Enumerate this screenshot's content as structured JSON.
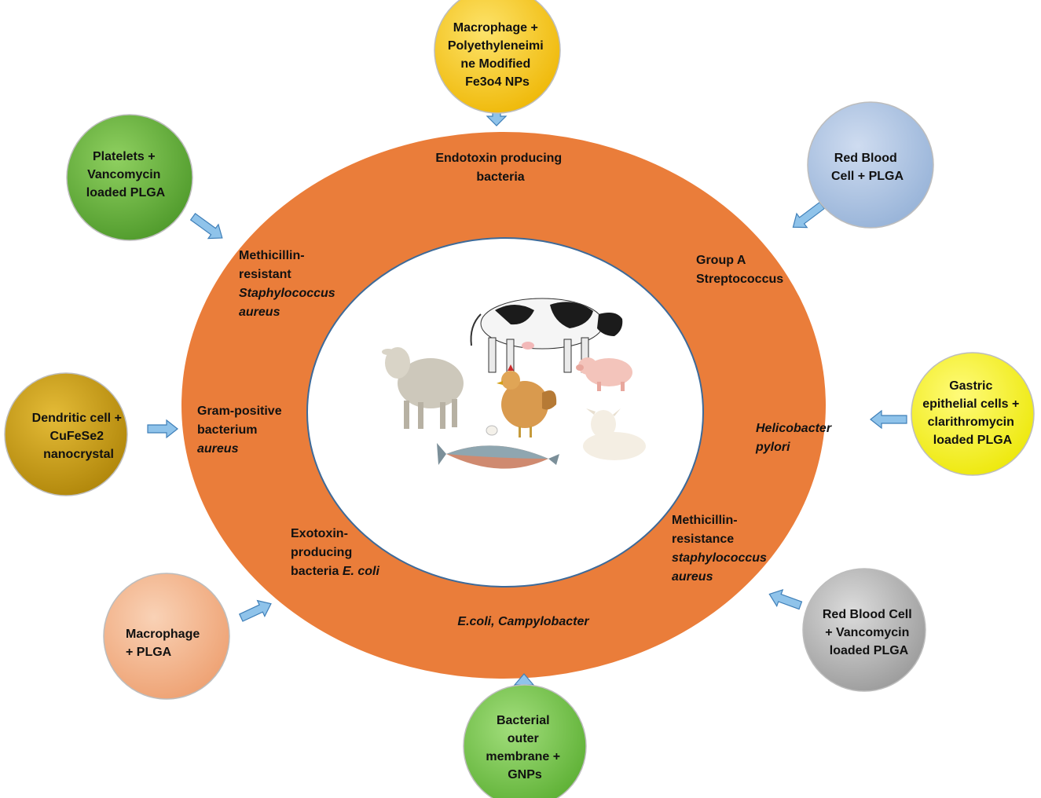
{
  "colors": {
    "ring": "#ea7d3a",
    "ring_inner_stroke": "#3d6a99",
    "arrow": "#8fc3ea",
    "arrow_stroke": "#3f7fb8",
    "bubble_stroke": "#bdbdbd"
  },
  "center": {
    "image_icons": [
      "cow-icon",
      "sheep-icon",
      "pig-icon",
      "chicken-icon",
      "egg-icon",
      "goat-kid-icon",
      "salmon-icon"
    ]
  },
  "ring_labels": {
    "endotoxin": [
      "Endotoxin producing",
      "bacteria"
    ],
    "mrsa_top": [
      "Methicillin-",
      "resistant",
      "Staphylococcus",
      "aureus"
    ],
    "group_a": [
      "Group A",
      "Streptococcus"
    ],
    "gram_positive": [
      "Gram-positive",
      "bacterium",
      "aureus"
    ],
    "helicobacter": [
      "Helicobacter",
      "pylori"
    ],
    "exotoxin": [
      "Exotoxin-",
      "producing",
      "bacteria ",
      "E. coli"
    ],
    "mrsa_bottom": [
      "Methicillin-",
      "resistance",
      "staphylococcus",
      "aureus"
    ],
    "ecoli_campylobacter": "E.coli, Campylobacter"
  },
  "bubbles": {
    "top": {
      "lines": [
        "Macrophage +",
        "Polyethyleneimi",
        "ne Modified",
        "Fe3o4 NPs"
      ],
      "color": "#f2c40c"
    },
    "top_left": {
      "lines": [
        "Platelets +",
        "Vancomycin",
        "loaded PLGA"
      ],
      "color": "#6eb03e"
    },
    "top_right": {
      "lines": [
        "Red Blood",
        "Cell + PLGA"
      ],
      "color": "#adc3e0"
    },
    "left": {
      "lines": [
        "Dendritic cell +",
        "CuFeSe2",
        "nanocrystal"
      ],
      "color": "#c89a0c"
    },
    "right": {
      "lines": [
        "Gastric",
        "epithelial cells +",
        "clarithromycin",
        "loaded PLGA"
      ],
      "color": "#f0ec12"
    },
    "bottom_left": {
      "lines": [
        "Macrophage",
        "+ PLGA"
      ],
      "color": "#f3b48c"
    },
    "bottom_right": {
      "lines": [
        "Red Blood Cell",
        "+ Vancomycin",
        "loaded PLGA"
      ],
      "color": "#b5b5b5"
    },
    "bottom": {
      "lines": [
        "Bacterial",
        "outer",
        "membrane +",
        "GNPs"
      ],
      "color": "#7ac74d"
    }
  }
}
